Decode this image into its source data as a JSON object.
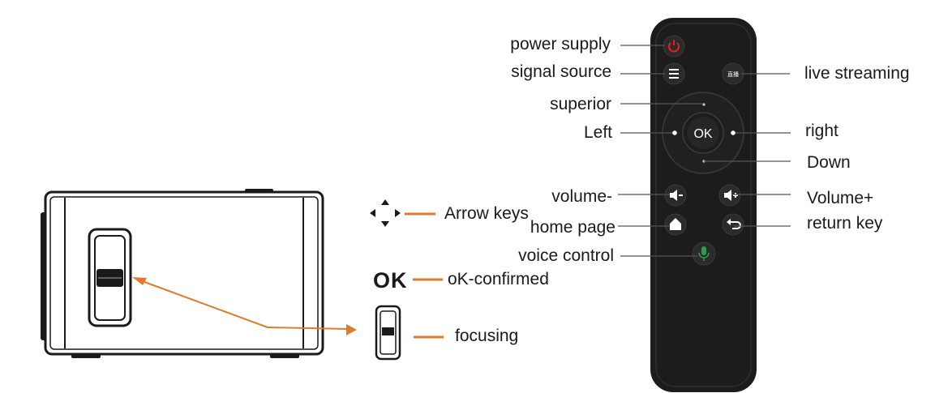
{
  "remote_labels": {
    "power_supply": "power supply",
    "signal_source": "signal source",
    "live_streaming": "live streaming",
    "superior": "superior",
    "left": "Left",
    "right": "right",
    "down": "Down",
    "volume_minus": "volume-",
    "volume_plus": "Volume+",
    "home_page": "home page",
    "return_key": "return key",
    "voice_control": "voice control"
  },
  "remote_buttons": {
    "ok": "OK",
    "live_button_text": "直播"
  },
  "legend": {
    "arrow_keys": "Arrow keys",
    "ok_symbol": "OK",
    "ok_confirmed": "oK-confirmed",
    "focusing": "focusing"
  },
  "colors": {
    "accent_orange": "#e07a2e",
    "remote_body": "#1c1c1c",
    "power_red": "#e02020",
    "mic_green": "#2e9e4a",
    "line_gray": "#555555"
  }
}
